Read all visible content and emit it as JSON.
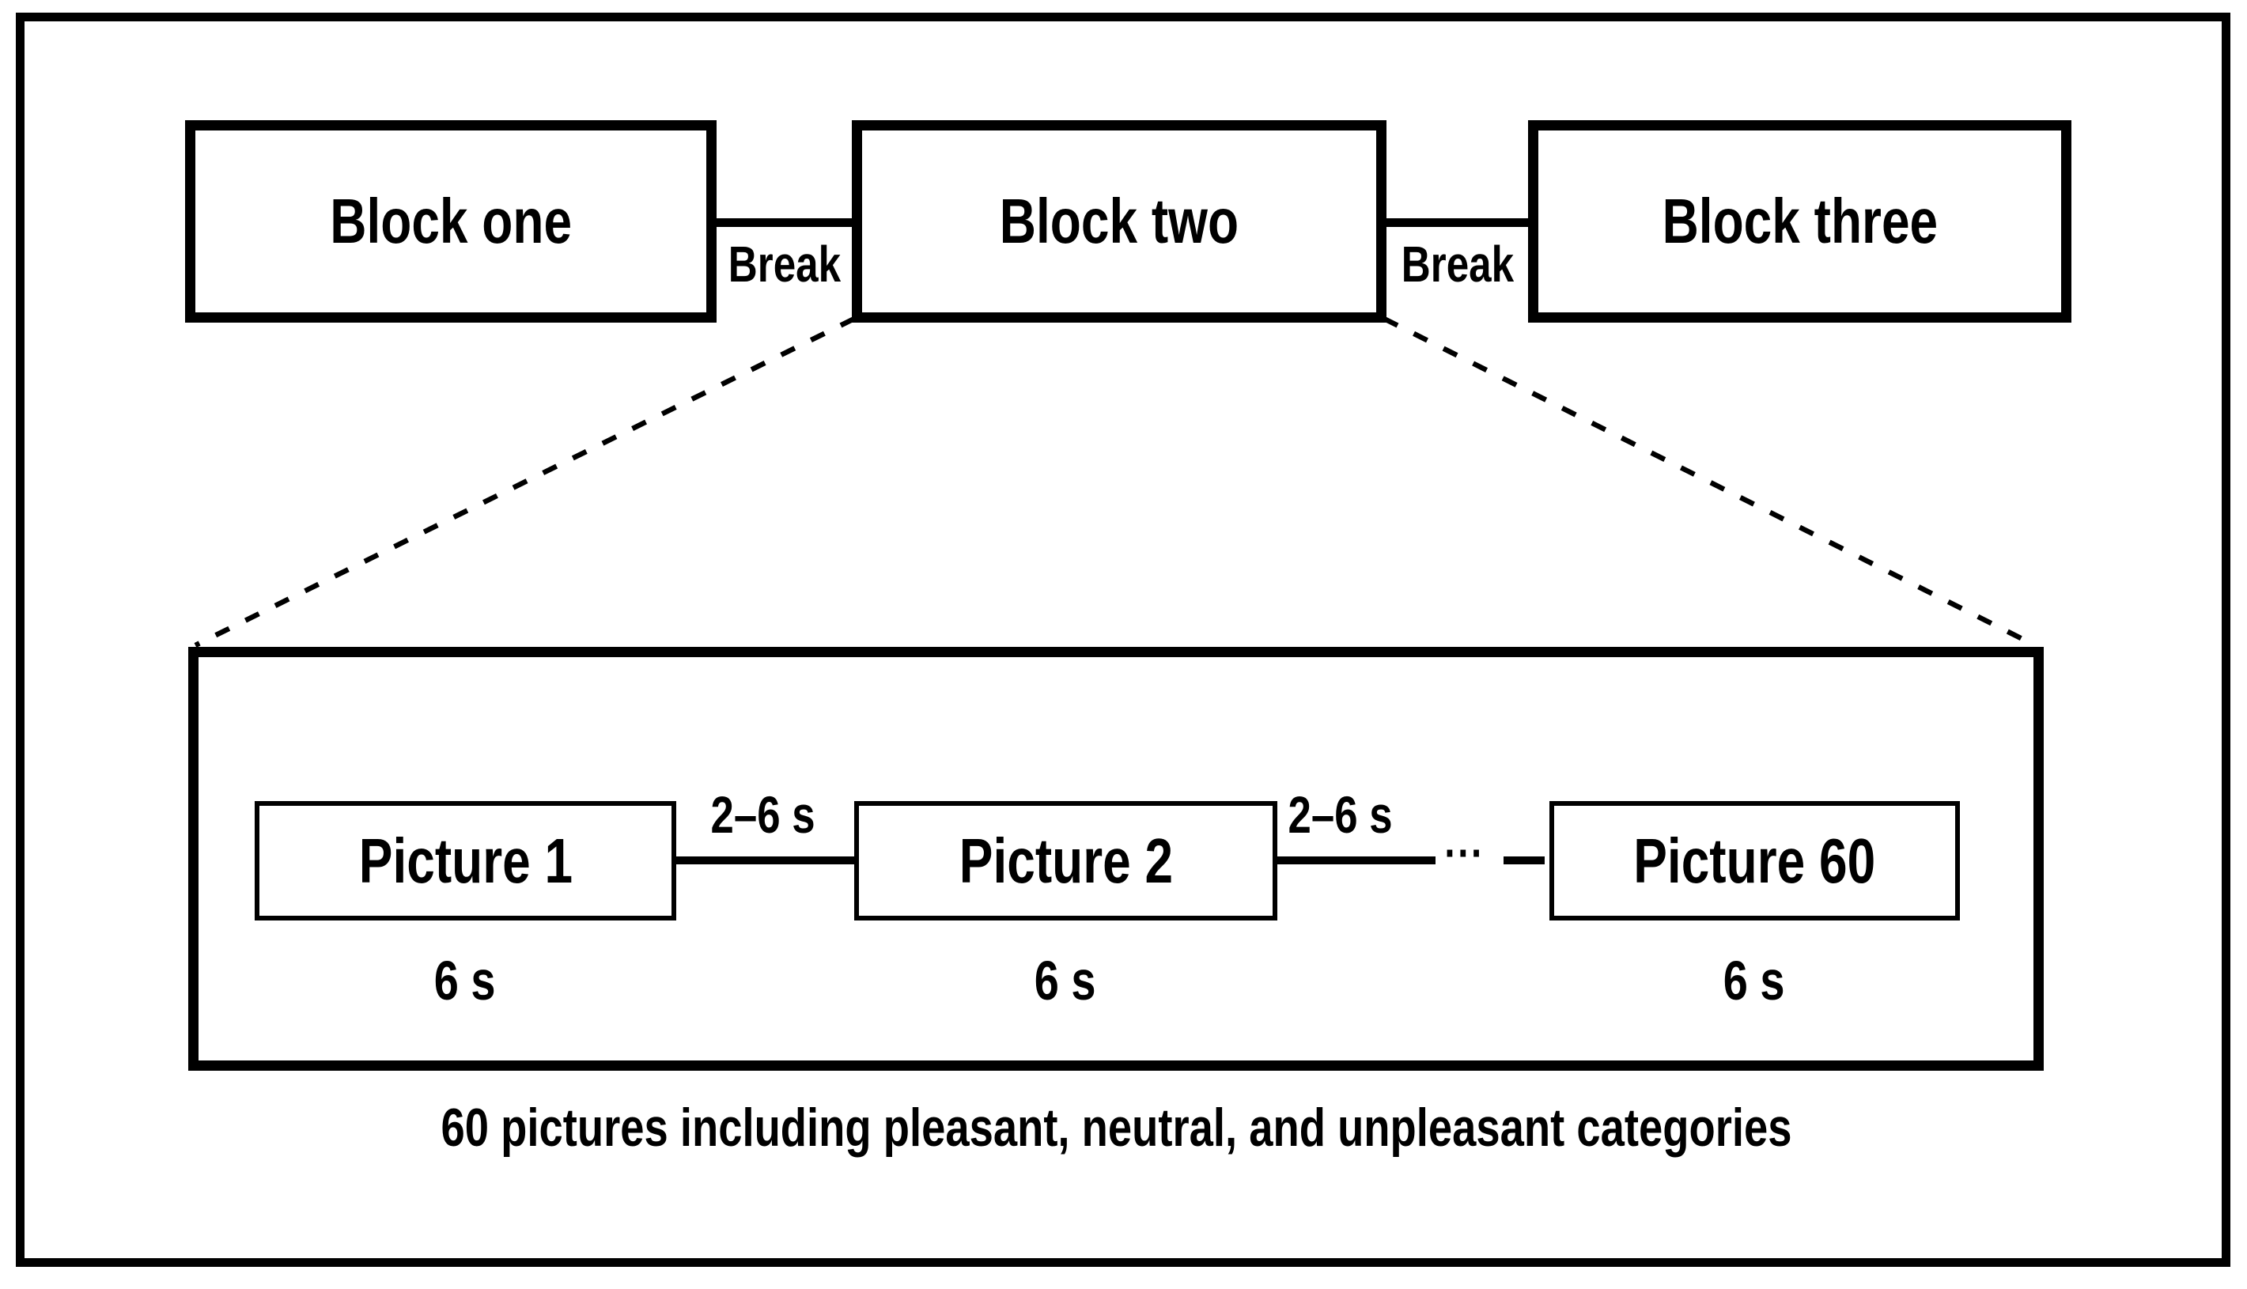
{
  "figure": {
    "colors": {
      "foreground": "#000000",
      "background": "#ffffff"
    },
    "top_row": {
      "blocks": [
        {
          "label": "Block one"
        },
        {
          "label": "Block two"
        },
        {
          "label": "Block three"
        }
      ],
      "breaks": [
        {
          "label": "Break"
        },
        {
          "label": "Break"
        }
      ]
    },
    "detail": {
      "pictures": [
        {
          "label": "Picture 1",
          "duration": "6 s"
        },
        {
          "label": "Picture 2",
          "duration": "6 s"
        },
        {
          "label": "Picture 60",
          "duration": "6 s"
        }
      ],
      "intervals": [
        {
          "label": "2–6 s"
        },
        {
          "label": "2–6 s"
        }
      ],
      "ellipsis": "···",
      "caption": "60 pictures including pleasant, neutral, and unpleasant categories"
    }
  }
}
